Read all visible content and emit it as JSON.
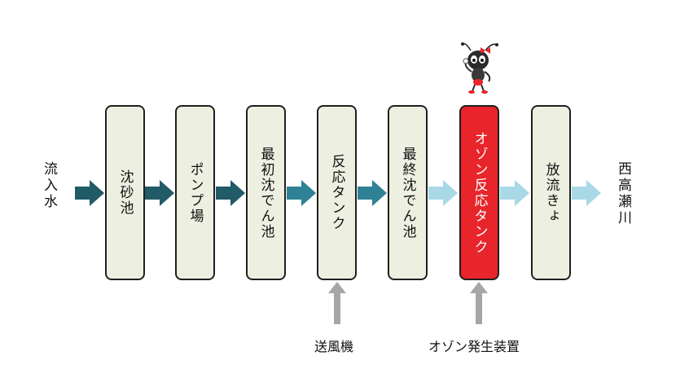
{
  "flow": {
    "inflow_label": "流入水",
    "outflow_label": "西高瀬川",
    "steps": [
      {
        "label": "沈砂池",
        "highlight": false
      },
      {
        "label": "ポンプ場",
        "highlight": false
      },
      {
        "label": "最初沈でん池",
        "highlight": false
      },
      {
        "label": "反応タンク",
        "highlight": false
      },
      {
        "label": "最終沈でん池",
        "highlight": false
      },
      {
        "label": "オゾン反応タンク",
        "highlight": true
      },
      {
        "label": "放流きょ",
        "highlight": false
      }
    ]
  },
  "inputs": {
    "blower_label": "送風機",
    "ozone_generator_label": "オゾン発生装置"
  },
  "colors": {
    "dark_teal": "#215b67",
    "mid_teal": "#2f8296",
    "light_blue": "#a9d8e6",
    "highlight_red": "#e8252b",
    "box_fill": "#edf0e1",
    "input_arrow_gray": "#a6a6a6"
  },
  "mascot": {
    "icon": "ant-mascot-icon"
  }
}
